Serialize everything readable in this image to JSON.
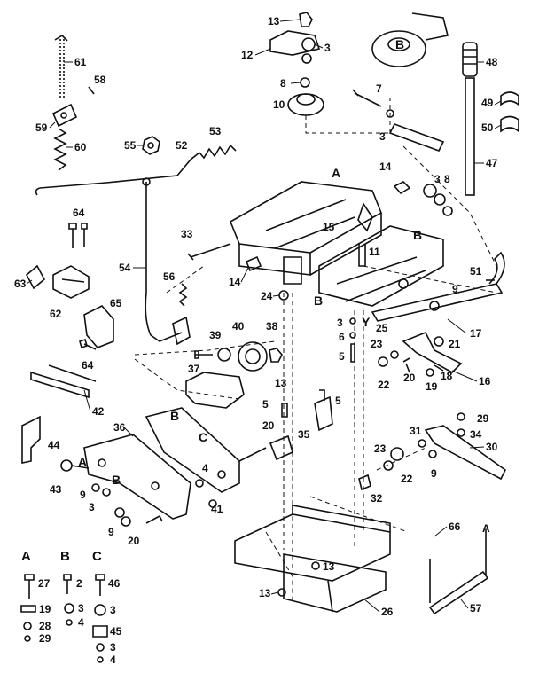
{
  "callouts": [
    "13",
    "12",
    "3",
    "8",
    "10",
    "7",
    "3",
    "61",
    "58",
    "59",
    "60",
    "55",
    "52",
    "53",
    "48",
    "49",
    "50",
    "47",
    "14",
    "3",
    "8",
    "64",
    "33",
    "15",
    "A",
    "B",
    "54",
    "56",
    "14",
    "24",
    "63",
    "62",
    "65",
    "64",
    "39",
    "40",
    "38",
    "13",
    "37",
    "42",
    "44",
    "36",
    "B",
    "C",
    "43",
    "9",
    "3",
    "9",
    "20",
    "4",
    "41",
    "5",
    "20",
    "35",
    "5",
    "3",
    "6",
    "5",
    "25",
    "23",
    "22",
    "20",
    "19",
    "18",
    "16",
    "21",
    "17",
    "51",
    "9",
    "29",
    "34",
    "31",
    "30",
    "23",
    "22",
    "9",
    "32",
    "13",
    "13",
    "26",
    "66",
    "A",
    "57",
    "A",
    "B",
    "C"
  ],
  "legend": {
    "columns": [
      {
        "head": "A",
        "items": [
          "27",
          "19",
          "28",
          "29"
        ]
      },
      {
        "head": "B",
        "items": [
          "2",
          "3",
          "4"
        ]
      },
      {
        "head": "C",
        "items": [
          "46",
          "3",
          "45",
          "3",
          "4"
        ]
      }
    ]
  },
  "diagram": {
    "style": "exploded parts view, line art",
    "colors": {
      "ink": "#111111",
      "paper": "#ffffff"
    }
  }
}
